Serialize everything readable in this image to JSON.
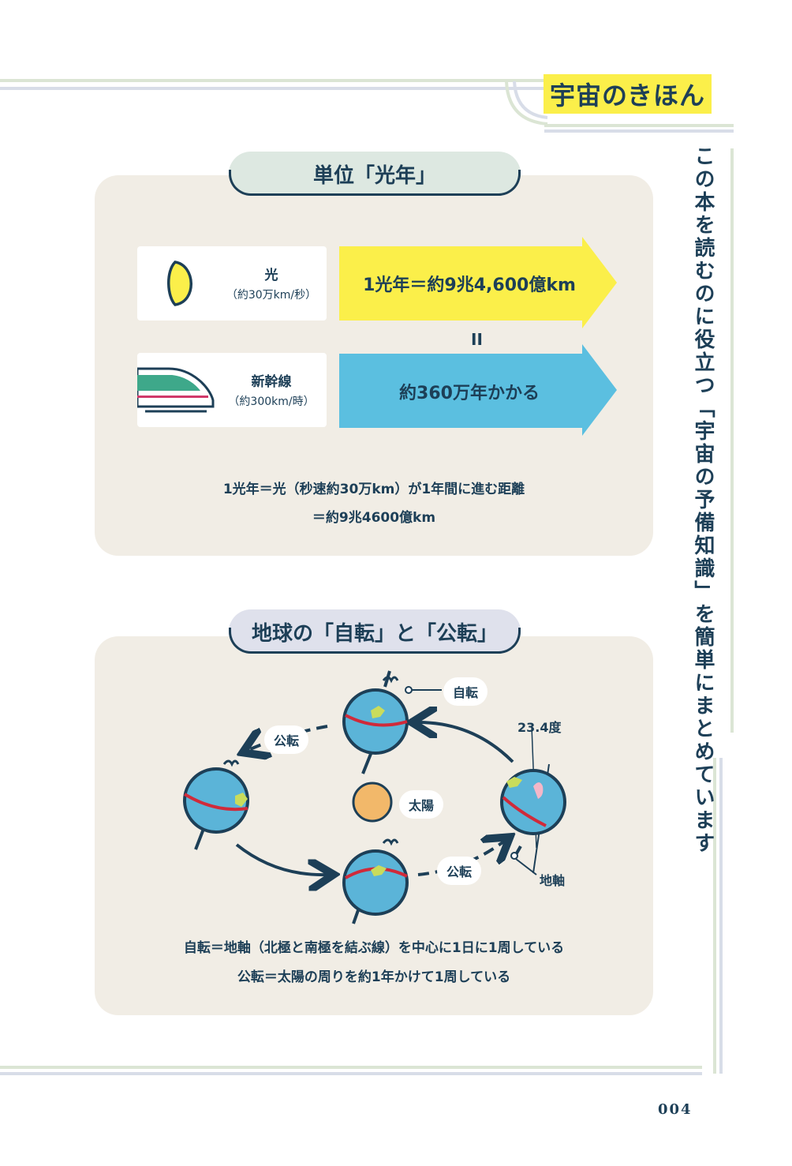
{
  "header": {
    "badge": "宇宙のきほん"
  },
  "side_caption": "この本を読むのに役立つ「宇宙の予備知識」を簡単にまとめています",
  "section1": {
    "title": "単位「光年」",
    "light": {
      "label": "光",
      "sub": "（約30万km/秒）"
    },
    "train": {
      "label": "新幹線",
      "sub": "（約300km/時）"
    },
    "arrow1": "1光年＝約9兆4,600億km",
    "equals": "II",
    "arrow2": "約360万年かかる",
    "note_line1": "1光年＝光（秒速約30万km）が1年間に進む距離",
    "note_line2": "＝約9兆4600億km"
  },
  "section2": {
    "title": "地球の「自転」と「公転」",
    "label_rotation": "自転",
    "label_revolution_top": "公転",
    "label_revolution_bottom": "公転",
    "label_sun": "太陽",
    "label_tilt": "23.4度",
    "label_axis": "地軸",
    "note_line1": "自転＝地軸（北極と南極を結ぶ線）を中心に1日に1周している",
    "note_line2": "公転＝太陽の周りを約1年かけて1周している"
  },
  "footer": {
    "page_number": "004"
  },
  "colors": {
    "yellow": "#fbef4a",
    "blue": "#5bbfe0",
    "ink": "#1d3f57",
    "panel": "#f1ede5",
    "earth": "#5bb4d8",
    "land": "#c9dc5c",
    "equator": "#d02a3a",
    "sun": "#f2b86a"
  }
}
